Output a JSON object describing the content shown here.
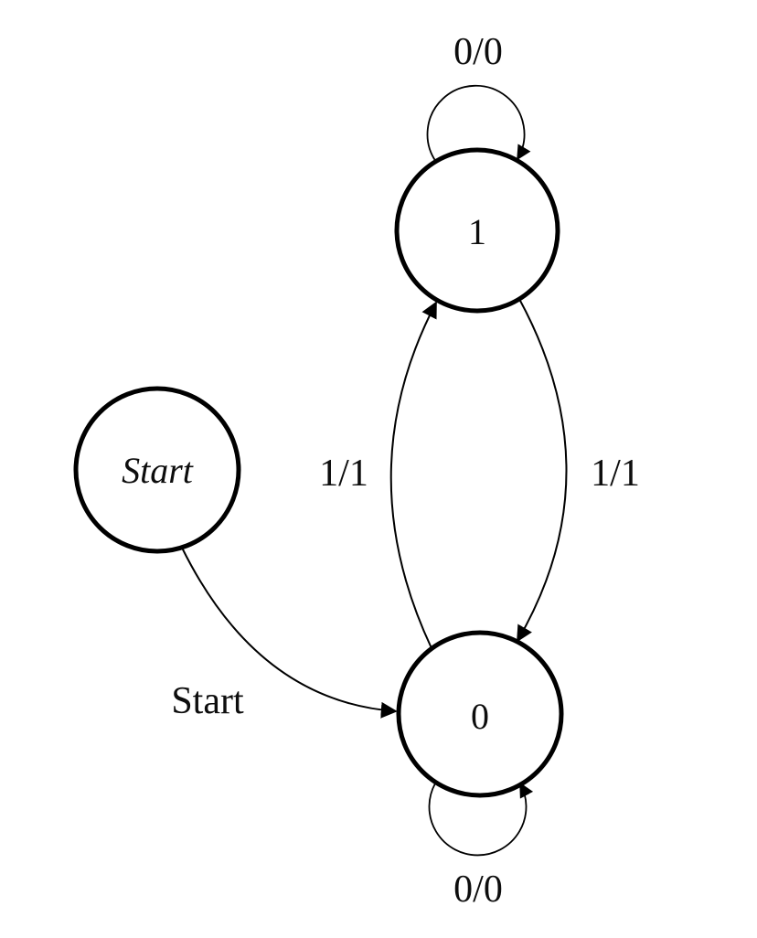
{
  "diagram": {
    "type": "finite-state-machine",
    "background_color": "#ffffff",
    "stroke_color": "#000000",
    "text_color": "#0d0d0d",
    "nodes": [
      {
        "id": "start",
        "label": "Start",
        "shape": "circle",
        "style": "italic"
      },
      {
        "id": "state-1",
        "label": "1",
        "shape": "circle",
        "style": "normal"
      },
      {
        "id": "state-0",
        "label": "0",
        "shape": "circle",
        "style": "normal"
      }
    ],
    "edges": [
      {
        "from": "state-1",
        "to": "state-1",
        "label": "0/0",
        "kind": "self-loop-top"
      },
      {
        "from": "state-0",
        "to": "state-0",
        "label": "0/0",
        "kind": "self-loop-bottom"
      },
      {
        "from": "state-0",
        "to": "state-1",
        "label": "1/1",
        "kind": "curve-left-up"
      },
      {
        "from": "state-1",
        "to": "state-0",
        "label": "1/1",
        "kind": "curve-right-down"
      },
      {
        "from": "start",
        "to": "state-0",
        "label": "Start",
        "kind": "curve-entry"
      }
    ]
  }
}
